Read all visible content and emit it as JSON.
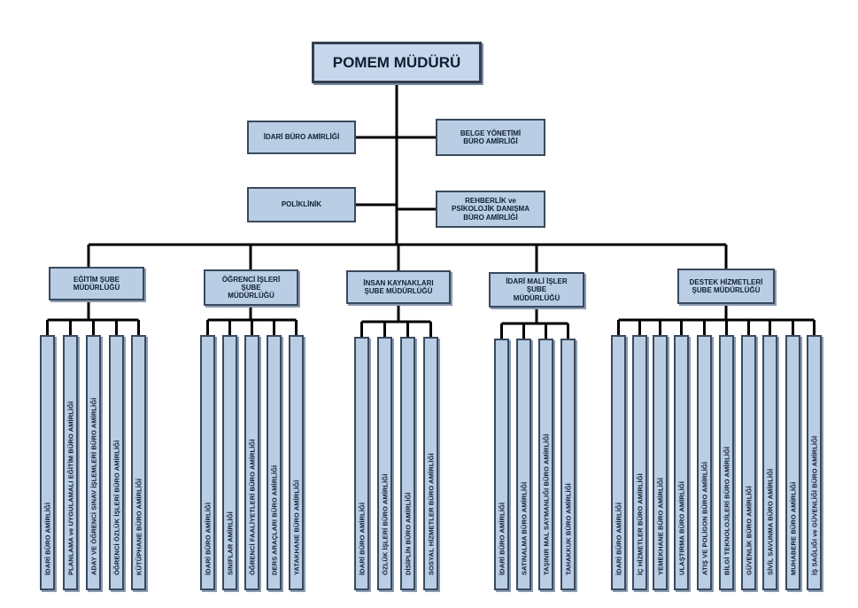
{
  "title": "POMEM MÜDÜRÜ",
  "staff": [
    {
      "id": "idari",
      "label": "İDARİ BÜRO AMİRLİĞİ"
    },
    {
      "id": "belge",
      "label": "BELGE YÖNETİMİ BÜRO AMİRLİĞİ"
    },
    {
      "id": "poliklinik",
      "label": "POLİKLİNİK"
    },
    {
      "id": "rehberlik",
      "label": "REHBERLİK ve PSİKOLOJİK DANIŞMA BÜRO AMİRLİĞİ"
    }
  ],
  "departments": [
    {
      "label": "EĞİTİM ŞUBE MÜDÜRLÜĞÜ",
      "units": [
        "İDARİ BÜRO AMİRLİĞİ",
        "PLANLAMA ve UYGULAMALI EĞİTİM BÜRO AMİRLİĞİ",
        "ADAY VE ÖĞRENCİ SINAV İŞLEMLERİ BÜRO AMİRLİĞİ",
        "ÖĞRENCİ ÖZLÜK İŞLERİ BÜRO AMİRLİĞİ",
        "KÜTÜPHANE BÜRO AMİRLİĞİ"
      ]
    },
    {
      "label": "ÖĞRENCİ İŞLERİ ŞUBE MÜDÜRLÜĞÜ",
      "units": [
        "İDARİ BÜRO AMİRLİĞİ",
        "SINIFLAR AMİRLİĞİ",
        "ÖĞRENCİ FAALİYETLERİ BÜRO AMİRLİĞİ",
        "DERS ARAÇLARI BÜRO AMİRLİĞİ",
        "YATAKHANE BÜRO AMİRLİĞİ"
      ]
    },
    {
      "label": "İNSAN KAYNAKLARI ŞUBE MÜDÜRLÜĞÜ",
      "units": [
        "İDARİ BÜRO AMİRLİĞİ",
        "ÖZLÜK İŞLERİ BÜRO AMİRLİĞİ",
        "DİSİPLİN BÜRO AMİRLİĞİ",
        "SOSYAL HİZMETLER BÜRO AMİRLİĞİ"
      ]
    },
    {
      "label": "İDARİ MALİ İŞLER ŞUBE MÜDÜRLÜĞÜ",
      "units": [
        "İDARİ BÜRO AMİRLİĞİ",
        "SATINALMA BÜRO AMİRLİĞİ",
        "TAŞINIR MAL SAYMANLIĞI BÜRO AMİRLİĞİ",
        "TAHAKKUK BÜRO AMİRLİĞİ"
      ]
    },
    {
      "label": "DESTEK HİZMETLERİ ŞUBE MÜDÜRLÜĞÜ",
      "units": [
        "İDARİ BÜRO AMİRLİĞİ",
        "İÇ HİZMETLER BÜRO AMİRLİĞİ",
        "YEMEKHANE BÜRO AMİRLİĞİ",
        "ULAŞTIRMA BÜRO AMİRLİĞİ",
        "ATIŞ VE POLİGON BÜRO AMİRLİĞİ",
        "BİLGİ TEKNOLOJİLERİ BÜRO AMİRLİĞİ",
        "GÜVENLİK BÜRO AMİRLİĞİ",
        "SİVİL SAVUNMA BÜRO AMİRLİĞİ",
        "MUHABERE BÜRO AMİRLİĞİ",
        "İŞ SAĞLIĞI ve GÜVENLİĞİ BÜRO AMİRLİĞİ"
      ]
    }
  ]
}
